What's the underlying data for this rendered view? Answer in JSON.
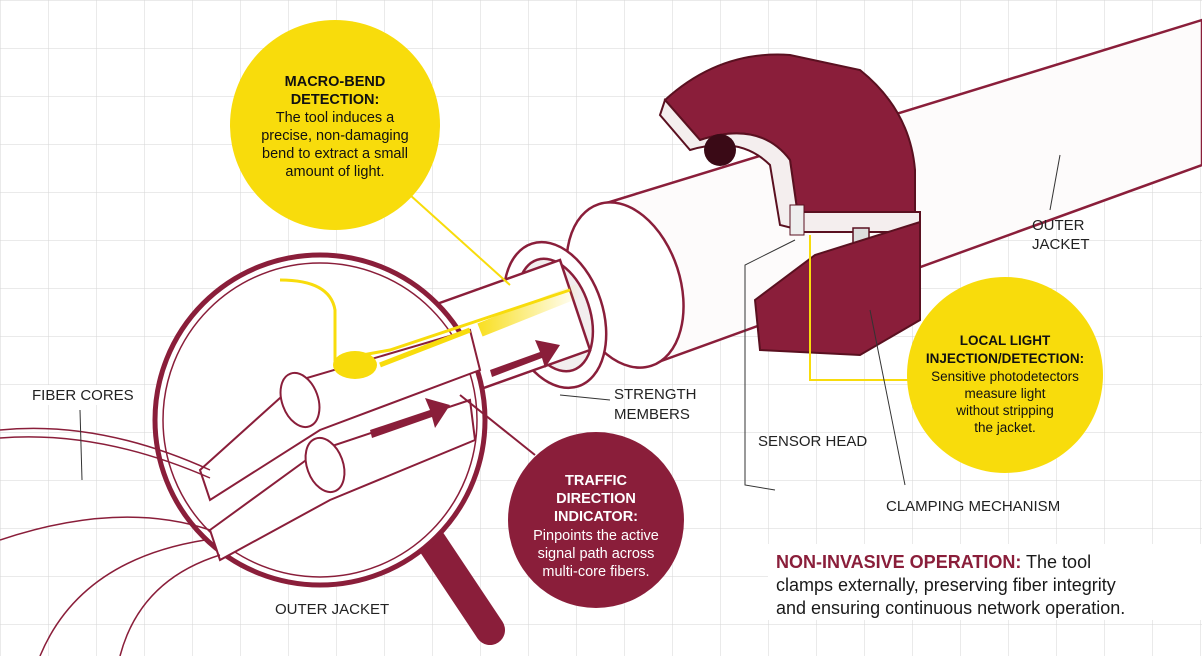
{
  "colors": {
    "maroon": "#8a1e3a",
    "yellow": "#f8dc0c",
    "grid": "#d9d9d9"
  },
  "callouts": {
    "macro_bend": {
      "title": [
        "MACRO-BEND",
        "DETECTION:"
      ],
      "body": [
        "The tool induces a",
        "precise, non-damaging",
        "bend to extract a small",
        "amount of light."
      ]
    },
    "local_light": {
      "title": [
        "LOCAL LIGHT",
        "INJECTION/DETECTION:"
      ],
      "body": [
        "Sensitive photodetectors",
        "measure light",
        "without stripping",
        "the jacket."
      ]
    },
    "traffic": {
      "title": [
        "TRAFFIC",
        "DIRECTION",
        "INDICATOR:"
      ],
      "body": [
        "Pinpoints the active",
        "signal path across",
        "multi-core fibers."
      ]
    }
  },
  "labels": {
    "fiber_cores": "FIBER CORES",
    "outer_jacket_bottom": "OUTER JACKET",
    "outer_jacket_right": [
      "OUTER",
      "JACKET"
    ],
    "strength_members": [
      "STRENGTH",
      "MEMBERS"
    ],
    "sensor_head": "SENSOR HEAD",
    "clamping_mechanism": "CLAMPING MECHANISM"
  },
  "note": {
    "title": "NON-INVASIVE OPERATION:",
    "lines": [
      " The tool",
      "clamps externally, preserving fiber integrity",
      "and ensuring continuous network operation."
    ]
  }
}
